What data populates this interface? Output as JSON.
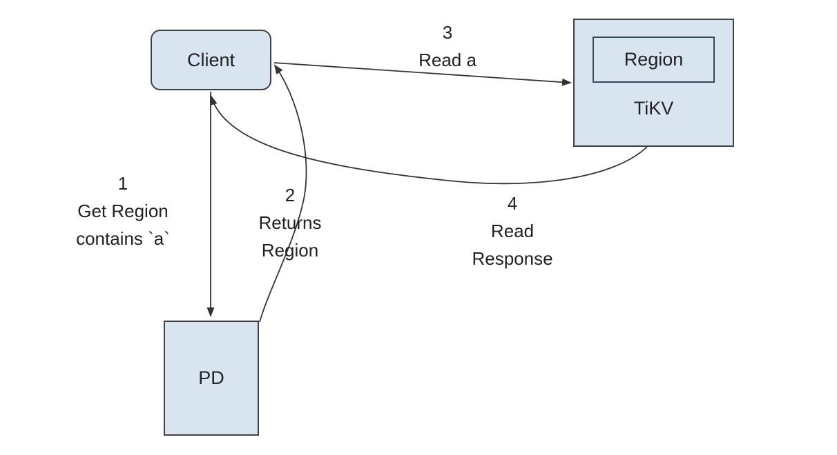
{
  "diagram": {
    "type": "flow-diagram",
    "background": "#ffffff",
    "nodes": {
      "client": {
        "label": "Client",
        "shape": "rounded-rectangle"
      },
      "pd": {
        "label": "PD",
        "shape": "rectangle"
      },
      "tikv": {
        "label": "TiKV",
        "shape": "rectangle"
      },
      "region": {
        "label": "Region",
        "shape": "rectangle",
        "parent": "TiKV"
      }
    },
    "edges": [
      {
        "number": "1",
        "label": "1\nGet Region\ncontains `a`",
        "from": "Client",
        "to": "PD"
      },
      {
        "number": "2",
        "label": "2\nReturns\nRegion",
        "from": "PD",
        "to": "Client"
      },
      {
        "number": "3",
        "label": "3\nRead a",
        "from": "Client",
        "to": "TiKV"
      },
      {
        "number": "4",
        "label": "4\nRead\nResponse",
        "from": "TiKV",
        "to": "Client"
      }
    ],
    "colors": {
      "node_fill": "#d9e4f1",
      "node_border": "#3d4044",
      "region_border": "#31475c",
      "arrow": "#333333",
      "text": "#212121",
      "background": "#ffffff"
    }
  }
}
